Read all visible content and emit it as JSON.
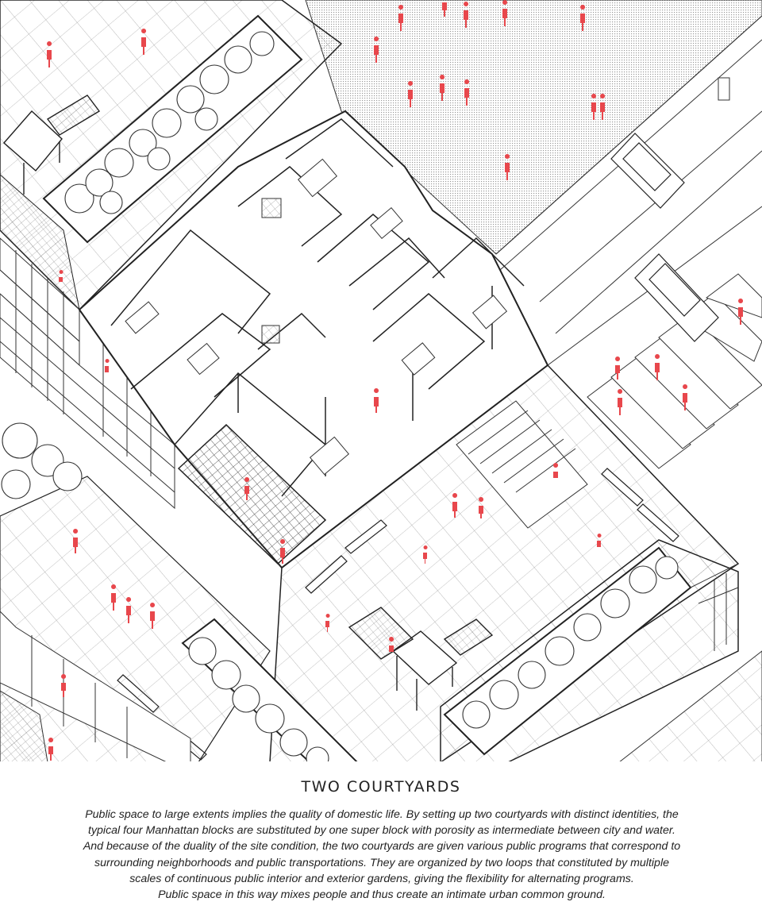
{
  "caption": {
    "title": "TWO COURTYARDS",
    "paragraph": "Public space to large extents implies the quality of domestic life.  By setting up two courtyards with distinct identities, the typical four Manhattan blocks are substituted by one super block with porosity as intermediate between city and water.  And because of the duality of the site condition, the two courtyards are given various public programs that correspond to surrounding neighborhoods and public transportations. They are organized by two loops that constituted by multiple scales of continuous public interior and exterior gardens, giving the flexibility for alternating programs.",
    "closing": "Public space in this way mixes people and thus create an intimate urban common ground."
  },
  "drawing": {
    "type": "axonometric",
    "figure_color": "#e8474c",
    "line_color": "#222222"
  }
}
